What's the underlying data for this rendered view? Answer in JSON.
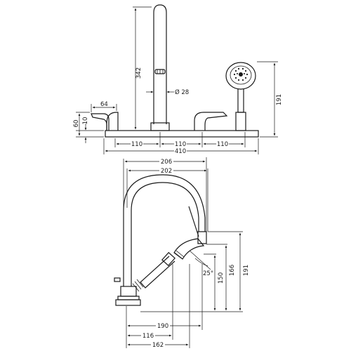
{
  "drawing": {
    "front_view": {
      "height_spout": "342",
      "spout_diameter": "Ø 28",
      "handle_length": "64",
      "deck_height_total": "60",
      "deck_height_plate": "10",
      "spacing_left": "110",
      "spacing_middle": "110",
      "spacing_right": "110",
      "overall_width": "410",
      "handshower_height": "191"
    },
    "side_view": {
      "reach_outer": "206",
      "reach_inner": "202",
      "angle": "25°",
      "height_150": "150",
      "height_166": "166",
      "height_191": "191",
      "dim_190": "190",
      "dim_116": "116",
      "dim_162": "162"
    }
  }
}
